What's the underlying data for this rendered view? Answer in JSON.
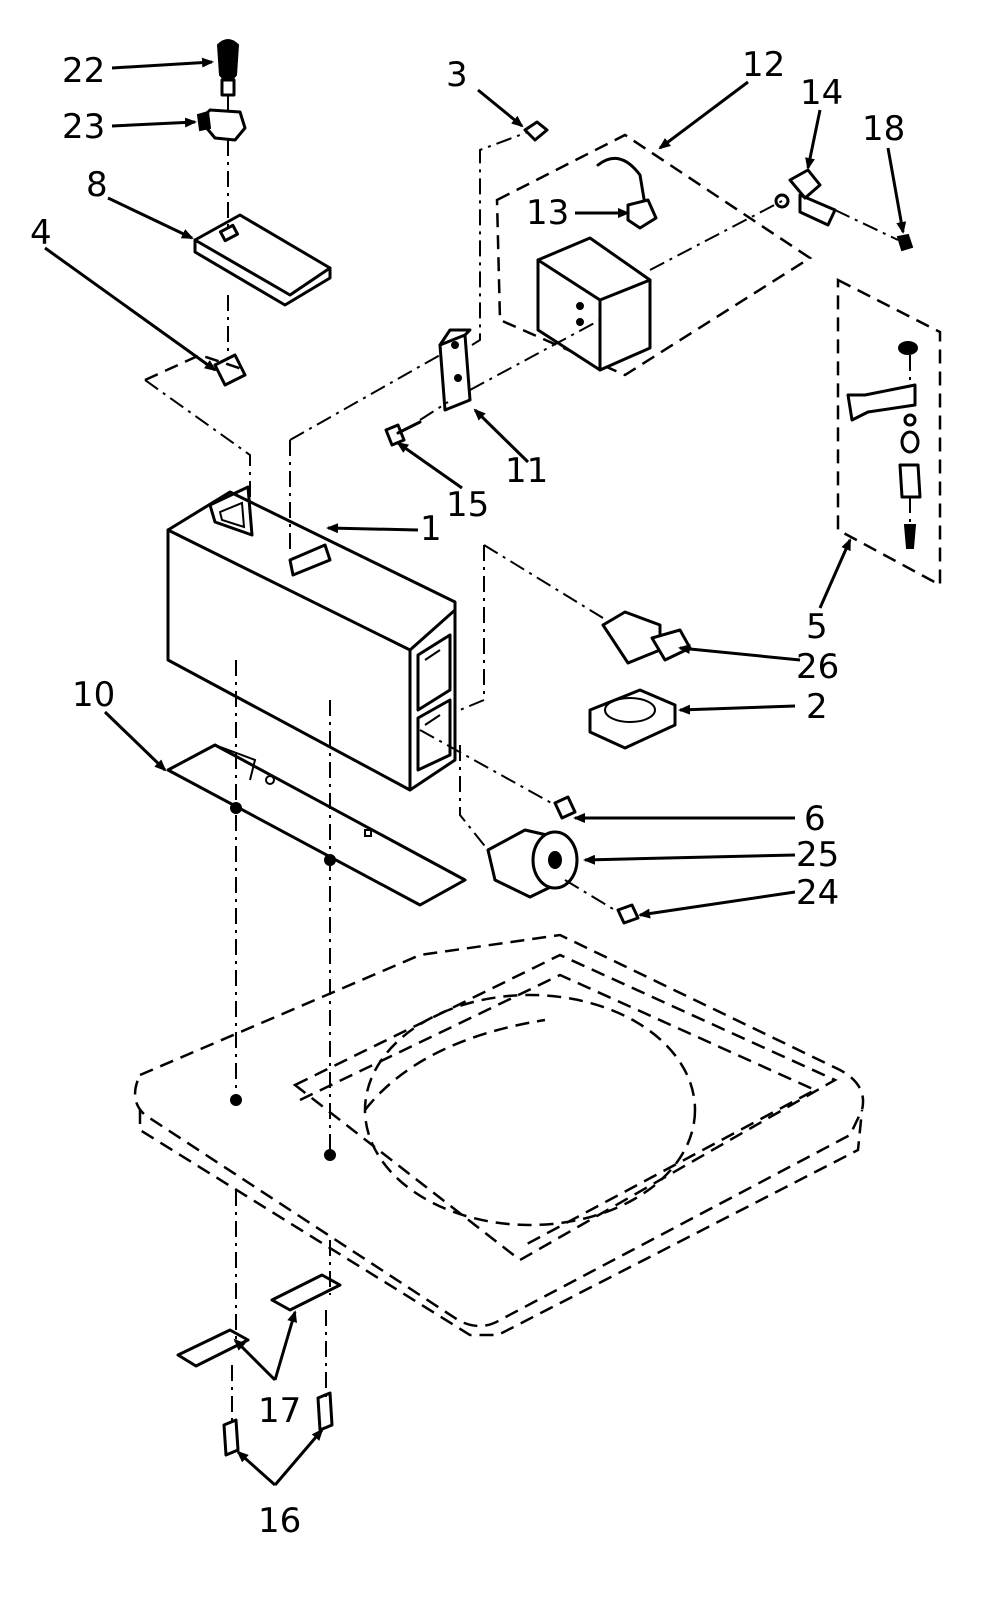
{
  "callouts": [
    {
      "id": "22",
      "label": "22"
    },
    {
      "id": "23",
      "label": "23"
    },
    {
      "id": "8",
      "label": "8"
    },
    {
      "id": "4",
      "label": "4"
    },
    {
      "id": "3",
      "label": "3"
    },
    {
      "id": "12",
      "label": "12"
    },
    {
      "id": "14",
      "label": "14"
    },
    {
      "id": "18",
      "label": "18"
    },
    {
      "id": "13",
      "label": "13"
    },
    {
      "id": "11",
      "label": "11"
    },
    {
      "id": "15",
      "label": "15"
    },
    {
      "id": "1",
      "label": "1"
    },
    {
      "id": "5",
      "label": "5"
    },
    {
      "id": "26",
      "label": "26"
    },
    {
      "id": "2",
      "label": "2"
    },
    {
      "id": "10",
      "label": "10"
    },
    {
      "id": "6",
      "label": "6"
    },
    {
      "id": "25",
      "label": "25"
    },
    {
      "id": "24",
      "label": "24"
    },
    {
      "id": "17",
      "label": "17"
    },
    {
      "id": "16",
      "label": "16"
    }
  ]
}
